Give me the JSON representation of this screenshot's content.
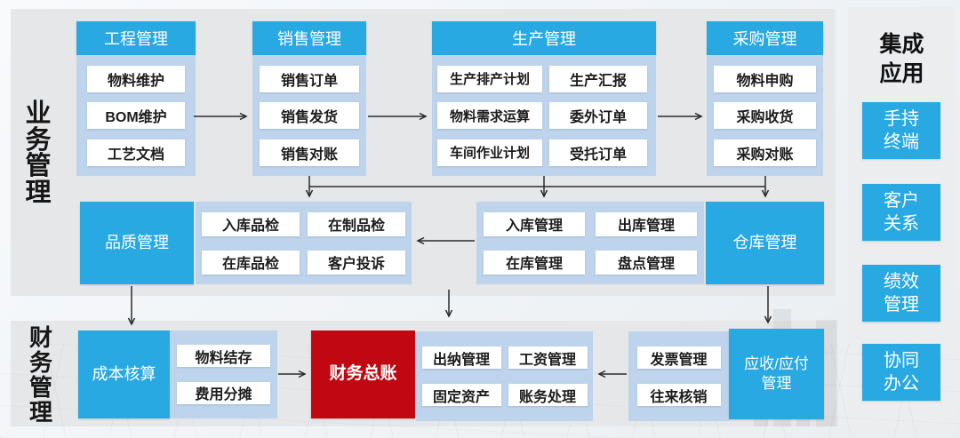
{
  "colors": {
    "blue": "#29a9e2",
    "lightblue": "#bdd4ec",
    "red": "#c00712",
    "panel": "#e6e7e8",
    "sidebar": "#ecedee"
  },
  "labels": {
    "business": "业务管理",
    "finance": "财务管理",
    "integration": "集成\n应用"
  },
  "business": {
    "engineering": {
      "title": "工程管理",
      "items": [
        "物料维护",
        "BOM维护",
        "工艺文档"
      ]
    },
    "sales": {
      "title": "销售管理",
      "items": [
        "销售订单",
        "销售发货",
        "销售对账"
      ]
    },
    "production": {
      "title": "生产管理",
      "left_items": [
        "生产排产计划",
        "物料需求运算",
        "车间作业计划"
      ],
      "right_items": [
        "生产汇报",
        "委外订单",
        "受托订单"
      ]
    },
    "purchasing": {
      "title": "采购管理",
      "items": [
        "物料申购",
        "采购收货",
        "采购对账"
      ]
    },
    "quality": {
      "title": "品质管理",
      "items": [
        "入库品检",
        "在制品检",
        "在库品检",
        "客户投诉"
      ]
    },
    "warehouse": {
      "title": "仓库管理",
      "items": [
        "入库管理",
        "出库管理",
        "在库管理",
        "盘点管理"
      ]
    }
  },
  "finance": {
    "cost": {
      "title": "成本核算",
      "items": [
        "物料结存",
        "费用分摊"
      ]
    },
    "ledger": {
      "title": "财务总账"
    },
    "cashier": {
      "items": [
        "出纳管理",
        "工资管理",
        "固定资产",
        "账务处理"
      ]
    },
    "invoice": {
      "items": [
        "发票管理",
        "往来核销"
      ]
    },
    "receivable": {
      "title": "应收/应付\n管理"
    }
  },
  "integration": {
    "apps": [
      "手持\n终端",
      "客户\n关系",
      "绩效\n管理",
      "协同\n办公"
    ]
  }
}
